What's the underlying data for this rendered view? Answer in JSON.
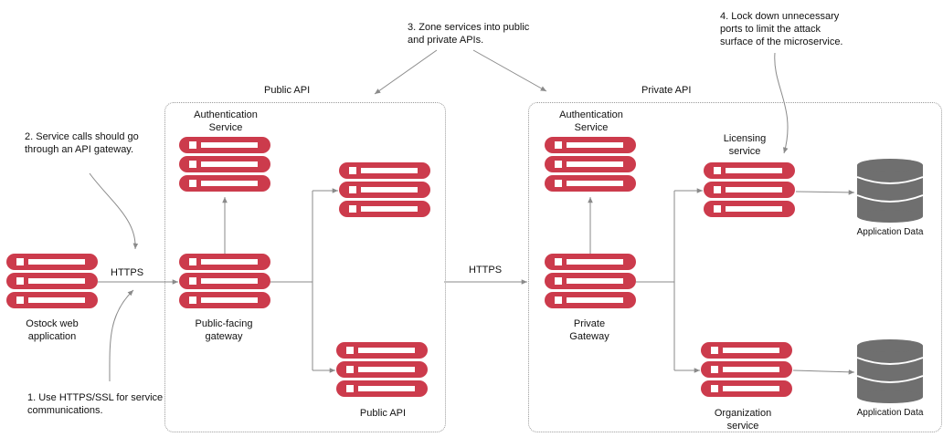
{
  "zones": {
    "public": {
      "title": "Public API"
    },
    "private": {
      "title": "Private API"
    }
  },
  "services": {
    "ostock": [
      "Ostock web",
      "application"
    ],
    "public_auth": [
      "Authentication",
      "Service"
    ],
    "public_gateway": [
      "Public-facing",
      "gateway"
    ],
    "public_api": [
      "Public API"
    ],
    "private_auth": [
      "Authentication",
      "Service"
    ],
    "private_gateway": [
      "Private",
      "Gateway"
    ],
    "licensing": [
      "Licensing",
      "service"
    ],
    "organization": [
      "Organization",
      "service"
    ]
  },
  "databases": {
    "licensing_db": "Application Data",
    "organization_db": "Application Data"
  },
  "protocols": {
    "client_link": "HTTPS",
    "gateway_link": "HTTPS"
  },
  "notes": {
    "note1": [
      "1. Use HTTPS/SSL for service",
      "communications."
    ],
    "note2": [
      "2. Service calls should go",
      "through an API gateway."
    ],
    "note3": [
      "3. Zone services into public",
      "and private APIs."
    ],
    "note4": [
      "4. Lock down unnecessary",
      "ports to limit the attack",
      "surface of the microservice."
    ]
  },
  "colors": {
    "server": "#cc3b4c",
    "server_slot": "#ffffff",
    "database": "#6f6f6f",
    "database_band": "#ffffff",
    "arrow": "#8a8a8a",
    "zone_border": "#9a9a9a"
  }
}
